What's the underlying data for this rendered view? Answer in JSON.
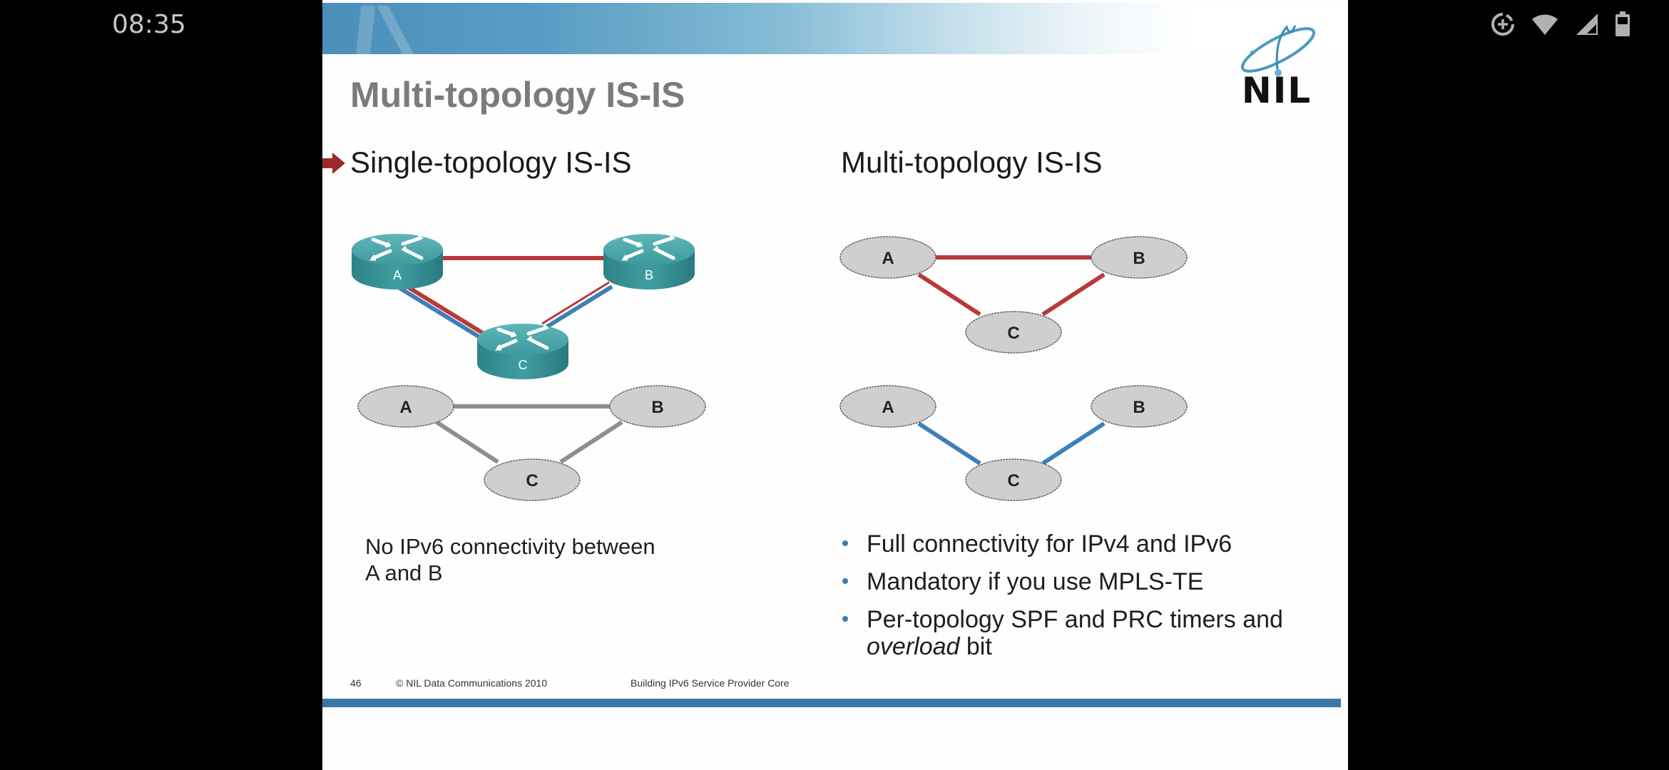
{
  "status_bar": {
    "time": "08:35",
    "icons": [
      "data-saver-icon",
      "wifi-icon",
      "cellular-signal-icon",
      "battery-icon"
    ]
  },
  "slide": {
    "title": "Multi-topology IS-IS",
    "logo_text": "NIL",
    "left": {
      "heading": "Single-topology IS-IS",
      "router_diagram": {
        "nodes": [
          "A",
          "B",
          "C"
        ],
        "links": [
          {
            "from": "A",
            "to": "B",
            "colors": [
              "#b8393b"
            ]
          },
          {
            "from": "A",
            "to": "C",
            "colors": [
              "#b8393b",
              "#3f7fb5"
            ]
          },
          {
            "from": "B",
            "to": "C",
            "colors": [
              "#b8393b",
              "#3f7fb5"
            ]
          }
        ]
      },
      "graph": {
        "nodes": [
          "A",
          "B",
          "C"
        ],
        "link_color": "#8e8e8e"
      },
      "note_lines": [
        "No IPv6 connectivity between",
        "A and B"
      ]
    },
    "right": {
      "heading": "Multi-topology IS-IS",
      "ipv4_graph": {
        "nodes": [
          "A",
          "B",
          "C"
        ],
        "link_color": "#b8393b"
      },
      "ipv6_graph": {
        "nodes": [
          "A",
          "B",
          "C"
        ],
        "link_color": "#3f7fb5"
      },
      "bullets": [
        {
          "text": "Full connectivity for IPv4 and IPv6"
        },
        {
          "text": "Mandatory if you use MPLS-TE"
        },
        {
          "text_before": "Per-topology SPF and PRC timers and ",
          "italic": "overload",
          "text_after": " bit"
        }
      ]
    },
    "footer": {
      "page_number": "46",
      "copyright": "© NIL Data Communications 2010",
      "course": "Building IPv6 Service Provider Core"
    },
    "colors": {
      "accent_blue": "#3c76a4",
      "arrow_red": "#9b2a2a",
      "router_teal": "#3c9a9e",
      "node_gray": "#cfcfcf"
    }
  }
}
